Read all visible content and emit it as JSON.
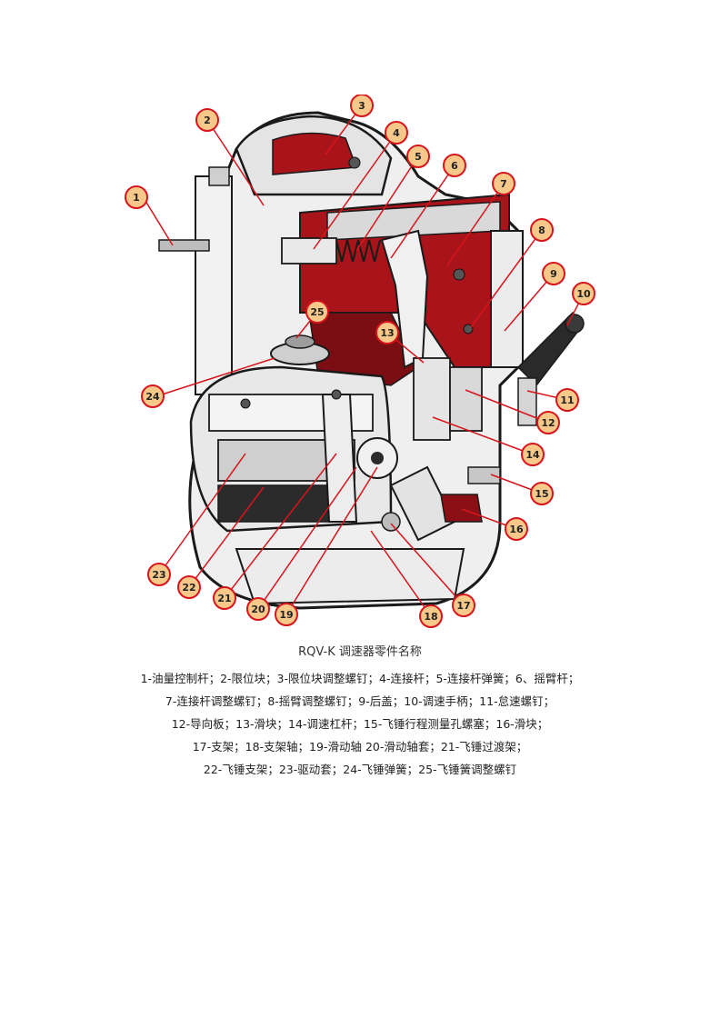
{
  "caption": "RQV-K 调速器零件名称",
  "legend_lines": [
    "1-油量控制杆；2-限位块；3-限位块调整螺钉；4-连接杆；5-连接杆弹簧；6、摇臂杆；",
    "7-连接杆调整螺钉；8-摇臂调整螺钉；9-后盖；10-调速手柄；11-怠速螺钉；",
    "12-导向板；13-滑块；14-调速杠杆；15-飞锤行程测量孔螺塞；16-滑块；",
    "17-支架；18-支架轴；19-滑动轴 20-滑动轴套；21-飞锤过渡架；",
    "22-飞锤支架；23-驱动套；24-飞锤弹簧；25-飞锤簧调整螺钉"
  ],
  "callouts": [
    "1",
    "2",
    "3",
    "4",
    "5",
    "6",
    "7",
    "8",
    "9",
    "10",
    "11",
    "12",
    "13",
    "14",
    "15",
    "16",
    "17",
    "18",
    "19",
    "20",
    "21",
    "22",
    "23",
    "24",
    "25"
  ],
  "colors": {
    "callout_fill": "#f6c98a",
    "callout_stroke": "#d8141c",
    "leader": "#d8141c",
    "cutaway": "#a8141a",
    "metal_light": "#e6e6e6",
    "metal_dark": "#2a2a2a"
  }
}
